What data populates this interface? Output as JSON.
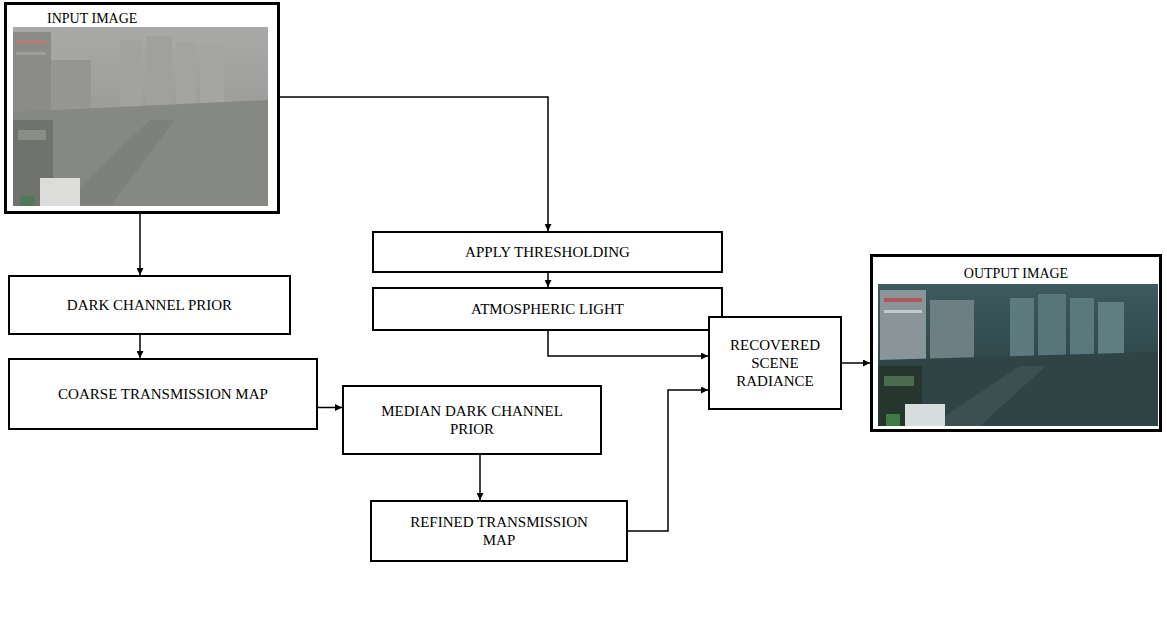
{
  "diagram": {
    "nodes": [
      {
        "text": [
          "INPUT IMAGE"
        ]
      },
      {
        "text": [
          "APPLY THRESHOLDING"
        ]
      },
      {
        "text": [
          "ATMOSPHERIC LIGHT"
        ]
      },
      {
        "text": [
          "DARK CHANNEL PRIOR"
        ]
      },
      {
        "text": [
          "OUTPUT IMAGE"
        ]
      },
      {
        "text": [
          "RECOVERED SCENE RADIANCE"
        ]
      },
      {
        "text": [
          "COARSE TRANSMISSION MAP"
        ]
      },
      {
        "text": [
          "MEDIAN DARK CHANNEL PRIOR"
        ]
      },
      {
        "text": [
          "REFINED TRANSMISSION MAP"
        ]
      }
    ],
    "edges": [
      {
        "from": 0,
        "to": 1,
        "arrow": "to"
      },
      {
        "from": 0,
        "to": 3,
        "arrow": "to"
      },
      {
        "from": 1,
        "to": 2,
        "arrow": "to"
      },
      {
        "from": 2,
        "to": 5,
        "arrow": "to"
      },
      {
        "from": 3,
        "to": 6,
        "arrow": "to"
      },
      {
        "from": 6,
        "to": 7,
        "arrow": "to"
      },
      {
        "from": 7,
        "to": 8,
        "arrow": "to"
      },
      {
        "from": 8,
        "to": 5,
        "arrow": "to"
      },
      {
        "from": 5,
        "to": 4,
        "arrow": "to"
      }
    ]
  }
}
